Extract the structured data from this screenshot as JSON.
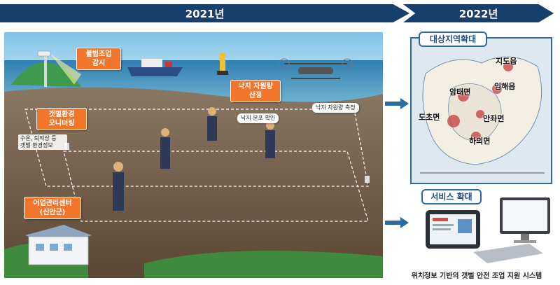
{
  "timeline": {
    "year_2021": "2021년",
    "year_2022": "2022년"
  },
  "scene": {
    "callouts": {
      "illegal_fishing": "불법조업\n감시",
      "octopus_survey": "낙지 자원량\n산정",
      "mudflat_monitoring": "갯벌환경\n모니터링",
      "fisheries_center": "어업관리센터\n(신안군)"
    },
    "tags": {
      "distribution_check": "낙지 분포 확인",
      "resource_measure": "낙지 자원량 측정"
    },
    "note": "수온, 퇴적상 등\n갯벌 환경정보"
  },
  "right": {
    "target_label": "대상지역확대",
    "service_label": "서비스 확대",
    "places": [
      "지도읍",
      "암태면",
      "임해읍",
      "도초면",
      "안좌면",
      "하의면"
    ],
    "caption": "위치정보 기반의 갯벌 안전 조업 지원 시스템"
  },
  "colors": {
    "banner": "#173f6c",
    "callout": "#f1762b",
    "frame": "#2c6aa6"
  }
}
